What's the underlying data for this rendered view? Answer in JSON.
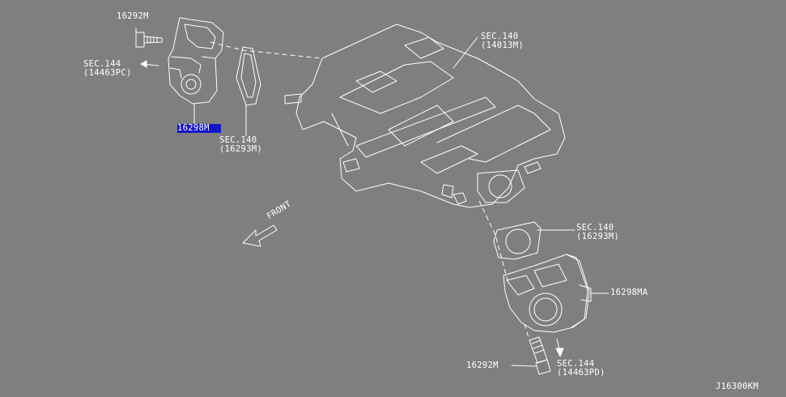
{
  "labels": {
    "bolt_top": "16292M",
    "sec144_top_line1": "SEC.144",
    "sec144_top_line2": "(14463PC)",
    "throttle_top_selected": "16298M",
    "gasket_top_line1": "SEC.140",
    "gasket_top_line2": "(16293M)",
    "manifold_line1": "SEC.140",
    "manifold_line2": "(14013M)",
    "front": "FRONT",
    "gasket_bottom_line1": "SEC.140",
    "gasket_bottom_line2": "(16293M)",
    "throttle_bottom": "16298MA",
    "bolt_bottom": "16292M",
    "sec144_bottom_line1": "SEC.144",
    "sec144_bottom_line2": "(14463PD)",
    "diagram_code": "J16300KM"
  },
  "colors": {
    "background": "#7f7f7f",
    "line_art": "#ffffff",
    "selection_highlight": "#1515c8"
  }
}
